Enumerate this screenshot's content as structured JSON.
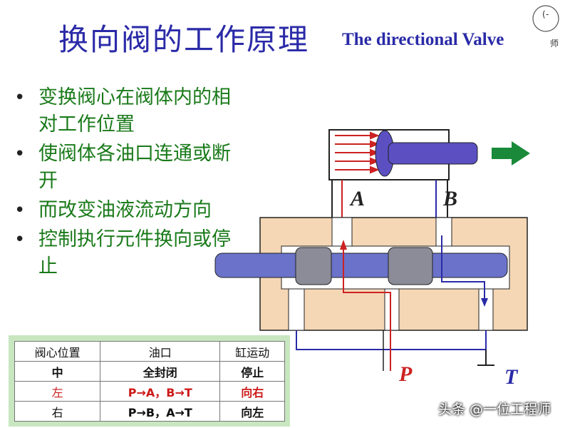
{
  "title_cn": "换向阀的工作原理",
  "title_en": "The directional Valve",
  "corner_text": "师",
  "bullets": [
    "变换阀心在阀体内的相对工作位置",
    "使阀体各油口连通或断开",
    "而改变油液流动方向",
    "控制执行元件换向或停止"
  ],
  "table": {
    "headers": [
      "阀心位置",
      "油口",
      "缸运动"
    ],
    "rows": [
      [
        "中",
        "全封闭",
        "停止"
      ],
      [
        "左",
        "P→A，B→T",
        "向右"
      ],
      [
        "右",
        "P→B，A→T",
        "向左"
      ]
    ]
  },
  "ports": {
    "a": "A",
    "b": "B",
    "p": "P",
    "t": "T"
  },
  "watermark": "头条 @一位工程师",
  "colors": {
    "title": "#2a2aa8",
    "bullet_text": "#1a7a1a",
    "body_fill": "#f5d7b5",
    "oil_red": "#cc2222",
    "arrow_green": "#1a8a3a",
    "table_bg": "#c8e6c0"
  }
}
